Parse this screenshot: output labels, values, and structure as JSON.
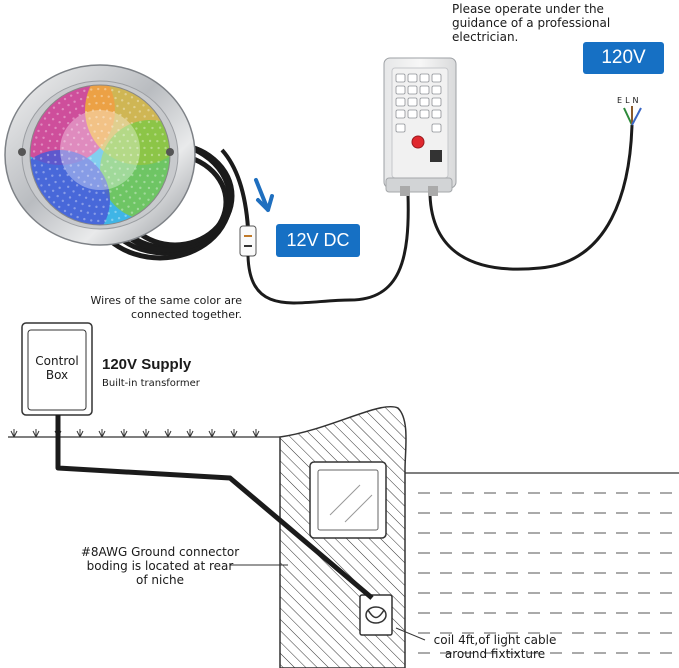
{
  "notice": {
    "line1": "Please operate under the",
    "line2": "guidance of a professional electrician."
  },
  "badges": {
    "voltage_120": "120V",
    "voltage_12dc": "12V DC"
  },
  "wire_labels": {
    "e": "E",
    "l": "L",
    "n": "N"
  },
  "wires_note": {
    "line1": "Wires of the same color are",
    "line2": "connected together."
  },
  "control_box": {
    "line1": "Control",
    "line2": "Box"
  },
  "supply": {
    "title": "120V Supply",
    "subtitle": "Built-in transformer"
  },
  "ground_note": {
    "line1": "#8AWG Ground connector",
    "line2": "boding is located at rear",
    "line3": "of niche"
  },
  "coil_note": {
    "line1": "coil 4ft,of light cable",
    "line2": "around fixtixture"
  },
  "colors": {
    "badge_blue": "#1670c4",
    "arrow_blue": "#1f6fbf",
    "line": "#1a1a1a"
  }
}
